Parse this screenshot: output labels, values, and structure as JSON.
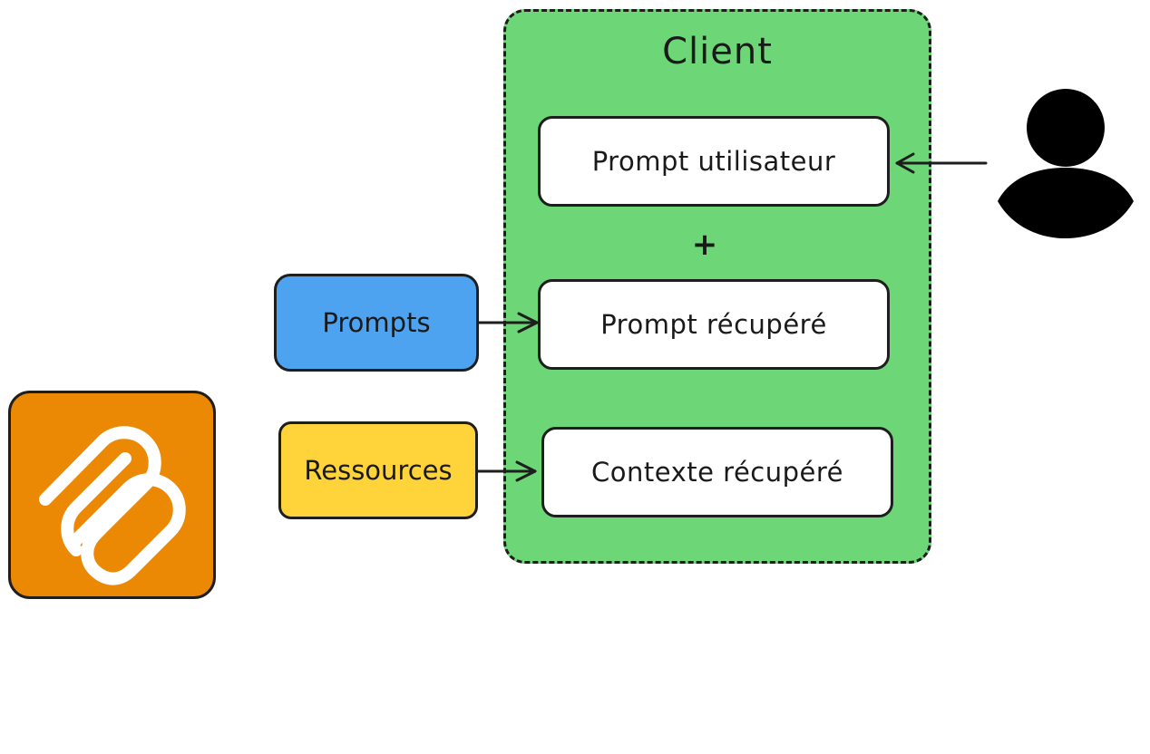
{
  "diagram": {
    "client": {
      "title": "Client",
      "color": "#6dd676",
      "items": [
        {
          "label": "Prompt utilisateur"
        },
        {
          "label": "Prompt récupéré"
        },
        {
          "label": "Contexte récupéré"
        }
      ],
      "plus": "+"
    },
    "sources": [
      {
        "label": "Prompts",
        "color": "#4ea3f1"
      },
      {
        "label": "Ressources",
        "color": "#ffd43b"
      }
    ],
    "logo": {
      "icon": "mcp-logo-icon",
      "color": "#eb8804"
    },
    "user": {
      "icon": "user-icon"
    }
  }
}
